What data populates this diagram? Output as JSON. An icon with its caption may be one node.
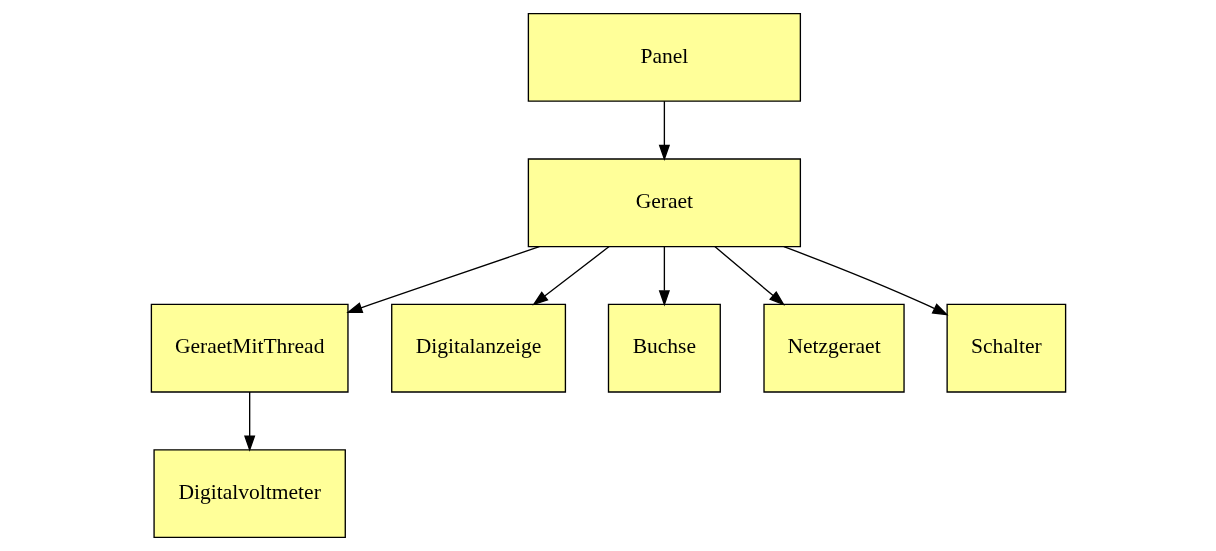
{
  "diagram": {
    "nodes": [
      {
        "text": [
          "Panel"
        ]
      },
      {
        "text": [
          "Geraet"
        ]
      },
      {
        "text": [
          "GeraetMitThread"
        ]
      },
      {
        "text": [
          "Digitalanzeige"
        ]
      },
      {
        "text": [
          "Buchse"
        ]
      },
      {
        "text": [
          "Netzgeraet"
        ]
      },
      {
        "text": [
          "Schalter"
        ]
      },
      {
        "text": [
          "Digitalvoltmeter"
        ]
      }
    ],
    "edges": [
      {
        "from": 0,
        "to": 1,
        "arrow": "to"
      },
      {
        "from": 1,
        "to": 2,
        "arrow": "to"
      },
      {
        "from": 1,
        "to": 3,
        "arrow": "to"
      },
      {
        "from": 1,
        "to": 4,
        "arrow": "to"
      },
      {
        "from": 1,
        "to": 5,
        "arrow": "to"
      },
      {
        "from": 1,
        "to": 6,
        "arrow": "to"
      },
      {
        "from": 2,
        "to": 7,
        "arrow": "to"
      }
    ]
  }
}
